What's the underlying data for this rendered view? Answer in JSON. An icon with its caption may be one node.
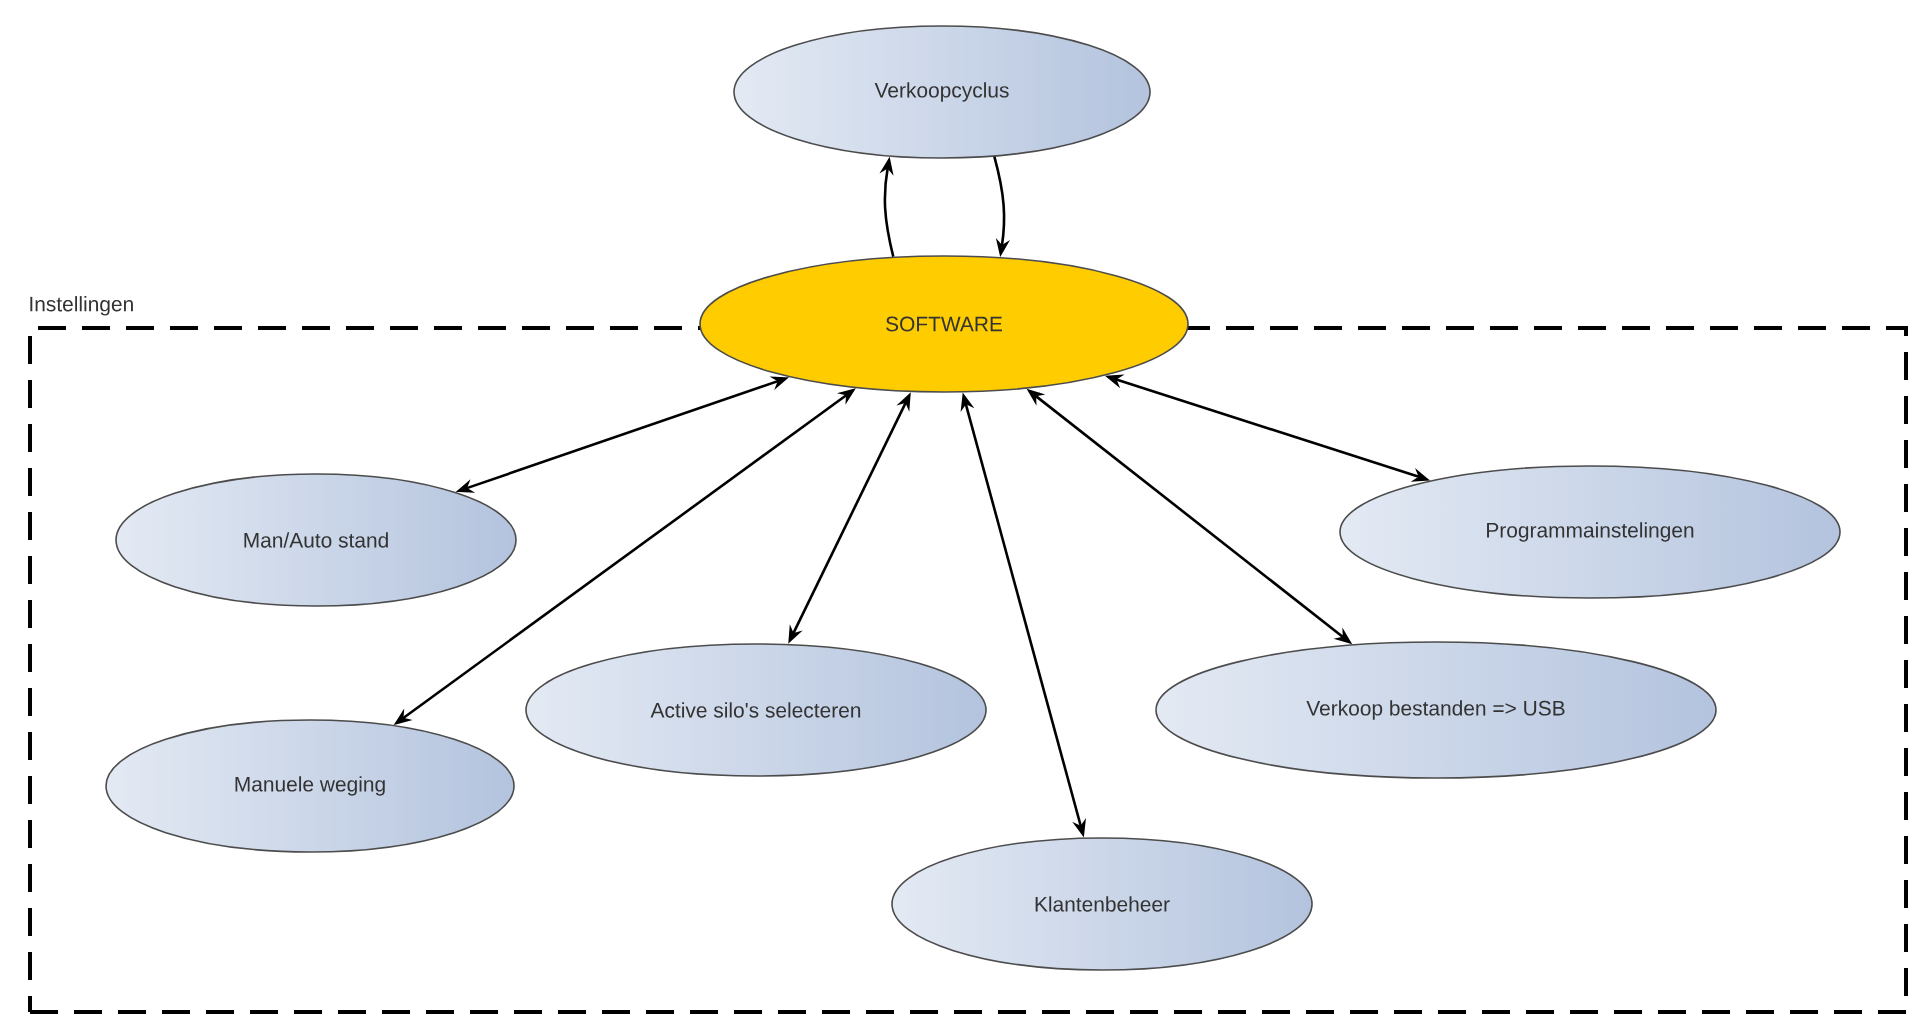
{
  "diagram": {
    "nodes": [
      {
        "text": [
          "Instellingen"
        ]
      },
      {
        "text": [
          "Verkoopcyclus"
        ]
      },
      {
        "text": [
          "SOFTWARE"
        ]
      },
      {
        "text": [
          "Man/Auto stand"
        ],
        "in": 0
      },
      {
        "text": [
          "Programmainstelingen"
        ],
        "in": 0
      },
      {
        "text": [
          "Active silo's selecteren"
        ],
        "in": 0
      },
      {
        "text": [
          "Verkoop bestanden => USB"
        ],
        "in": 0
      },
      {
        "text": [
          "Manuele weging"
        ],
        "in": 0
      },
      {
        "text": [
          "Klantenbeheer"
        ],
        "in": 0
      }
    ],
    "edges": [
      {
        "from": 2,
        "to": 1,
        "arrow": "to"
      },
      {
        "from": 1,
        "to": 2,
        "arrow": "to"
      },
      {
        "from": 2,
        "to": 3,
        "arrow": "both"
      },
      {
        "from": 2,
        "to": 4,
        "arrow": "both"
      },
      {
        "from": 2,
        "to": 5,
        "arrow": "both"
      },
      {
        "from": 2,
        "to": 6,
        "arrow": "both"
      },
      {
        "from": 2,
        "to": 7,
        "arrow": "both"
      },
      {
        "from": 2,
        "to": 8,
        "arrow": "both"
      }
    ]
  }
}
